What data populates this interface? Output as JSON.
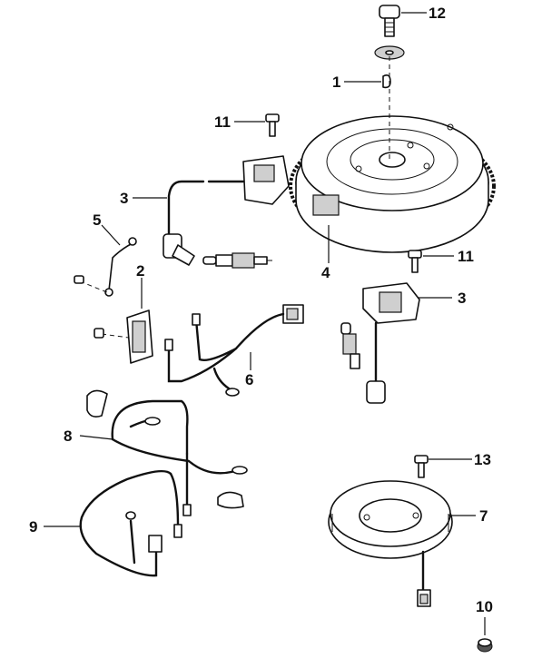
{
  "callouts": {
    "c1": "1",
    "c2": "2",
    "c3a": "3",
    "c3b": "3",
    "c4": "4",
    "c5": "5",
    "c6": "6",
    "c7": "7",
    "c8": "8",
    "c9": "9",
    "c10": "10",
    "c11a": "11",
    "c11b": "11",
    "c12": "12",
    "c13": "13"
  },
  "colors": {
    "line": "#111111",
    "shade": "#cfcfcf",
    "background": "#ffffff"
  }
}
